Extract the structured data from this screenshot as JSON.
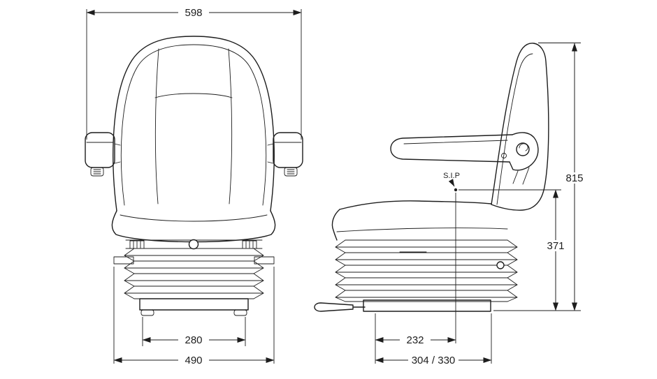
{
  "colors": {
    "line": "#1d1d1d",
    "background": "#ffffff"
  },
  "front_view": {
    "dims": {
      "overall_width": "598",
      "base_feet_width": "280",
      "rail_width": "490"
    }
  },
  "side_view": {
    "sip_label": "S.I.P",
    "dims": {
      "overall_height": "815",
      "sip_height": "371",
      "base_inner_depth": "232",
      "rail_depth": "304 / 330"
    }
  }
}
